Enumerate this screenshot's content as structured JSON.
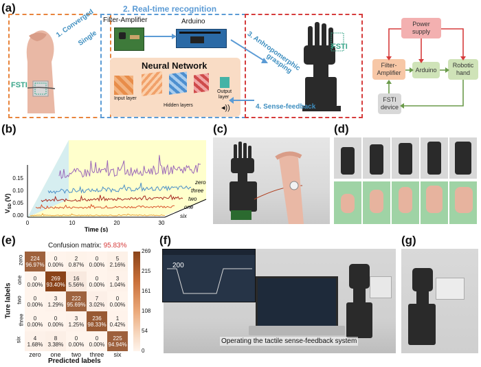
{
  "panels": {
    "a": "(a)",
    "b": "(b)",
    "c": "(c)",
    "d": "(d)",
    "e": "(e)",
    "f": "(f)",
    "g": "(g)"
  },
  "panel_a": {
    "step1": "1. Converged",
    "step1b": "Single",
    "step2": "2. Real-time recognition",
    "step3": "3. Anhropomerphic",
    "step3b": "grasping",
    "step4": "4. Sense-feedback",
    "filter_amplifier": "Filter-Amplifier",
    "arduino": "Arduino",
    "fsti_left": "FSTI",
    "fsti_right": "FSTI",
    "nn_title": "Neural Network",
    "input_layer": "Input layer",
    "hidden_layers": "Hidden layers",
    "output_layer_1": "Output",
    "output_layer_2": "layer",
    "flow": {
      "power_supply_1": "Power",
      "power_supply_2": "supply",
      "filter_amp_1": "Filter-",
      "filter_amp_2": "Amplifier",
      "arduino": "Arduino",
      "robotic_hand_1": "Robotic",
      "robotic_hand_2": "hand",
      "fsti_device_1": "FSTI",
      "fsti_device_2": "device"
    },
    "colors": {
      "orange": "#e8843c",
      "blue": "#5b9bd5",
      "red": "#d63b3b",
      "green": "#6a9a4a",
      "text_blue": "#3f8fc0",
      "fsti_green": "#3aa58a"
    }
  },
  "panel_b": {
    "ylabel_main": "V",
    "ylabel_sub": "SD",
    "ylabel_unit": " (V)",
    "xlabel": "Time (s)",
    "y_ticks": [
      "0.15",
      "0.10",
      "0.05",
      "0.00"
    ],
    "x_ticks": [
      "0",
      "10",
      "20",
      "30"
    ],
    "series": [
      {
        "name": "six",
        "color": "#e8a33c"
      },
      {
        "name": "one",
        "color": "#d9532b"
      },
      {
        "name": "two",
        "color": "#a8281f"
      },
      {
        "name": "three",
        "color": "#4a8fc7"
      },
      {
        "name": "zero",
        "color": "#9a66b8"
      }
    ]
  },
  "panel_e": {
    "title": "Confusion matrix: ",
    "accuracy": "95.83%",
    "ylabel": "Ture labels",
    "xlabel": "Predicted labels",
    "labels": [
      "zero",
      "one",
      "two",
      "three",
      "six"
    ],
    "colorbar_ticks": [
      "269",
      "215",
      "161",
      "108",
      "54",
      "0"
    ],
    "colorbar_range": [
      0,
      269
    ],
    "matrix": [
      [
        224,
        0,
        2,
        0,
        5
      ],
      [
        0,
        269,
        16,
        0,
        3
      ],
      [
        0,
        3,
        222,
        7,
        0
      ],
      [
        0,
        0,
        3,
        236,
        1
      ],
      [
        4,
        8,
        0,
        0,
        225
      ]
    ],
    "percents": [
      [
        "96.97%",
        "0.00%",
        "0.87%",
        "0.00%",
        "2.16%"
      ],
      [
        "0.00%",
        "93.40%",
        "5.56%",
        "0.00%",
        "1.04%"
      ],
      [
        "0.00%",
        "1.29%",
        "95.69%",
        "3.02%",
        "0.00%"
      ],
      [
        "0.00%",
        "0.00%",
        "1.25%",
        "98.33%",
        "0.42%"
      ],
      [
        "1.68%",
        "3.38%",
        "0.00%",
        "0.00%",
        "94.94%"
      ]
    ]
  },
  "panel_f": {
    "screen_value": "200",
    "caption": "Operating the tactile sense-feedback system"
  }
}
